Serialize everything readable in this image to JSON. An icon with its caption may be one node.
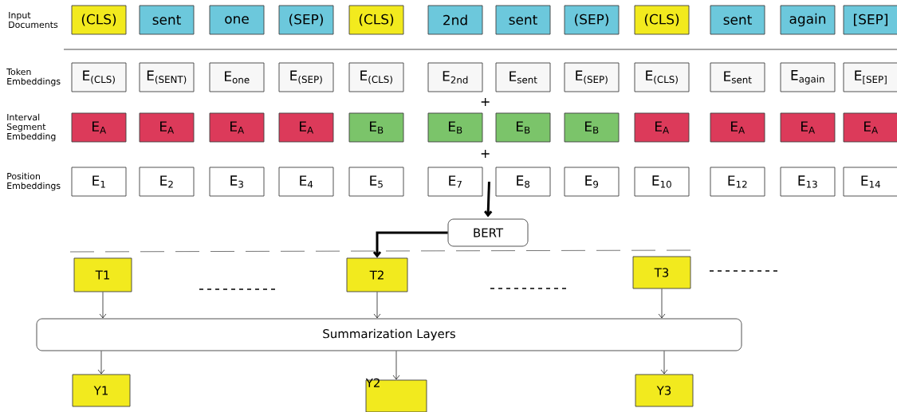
{
  "diagram": {
    "nodes": [
      {
        "text": [
          "(CLS)"
        ]
      },
      {
        "text": [
          "sent"
        ]
      },
      {
        "text": [
          "one"
        ]
      },
      {
        "text": [
          "(SEP)"
        ]
      },
      {
        "text": [
          "(CLS)"
        ]
      },
      {
        "text": [
          "2nd"
        ]
      },
      {
        "text": [
          "sent"
        ]
      },
      {
        "text": [
          "(SEP)"
        ]
      },
      {
        "text": [
          "(CLS)"
        ]
      },
      {
        "text": [
          "sent"
        ]
      },
      {
        "text": [
          "again"
        ]
      },
      {
        "text": [
          "[SEP]"
        ]
      },
      {
        "text": [
          "E$_{(CLS)}$"
        ]
      },
      {
        "text": [
          "E$_{(SENT)}$"
        ]
      },
      {
        "text": [
          "E$_{one}$"
        ]
      },
      {
        "text": [
          "E$_{(SEP)}$"
        ]
      },
      {
        "text": [
          "E$_{(CLS)}$"
        ]
      },
      {
        "text": [
          "E$_{2nd}$"
        ]
      },
      {
        "text": [
          "E$_{sent}$"
        ]
      },
      {
        "text": [
          "E$_{(SEP)}$"
        ]
      },
      {
        "text": [
          "E$_{(CLS)}$"
        ]
      },
      {
        "text": [
          "E$_{sent}$"
        ]
      },
      {
        "text": [
          "E$_{again}$"
        ]
      },
      {
        "text": [
          "E$_{[SEP]}$"
        ]
      },
      {
        "text": [
          "E$_{A}$"
        ]
      },
      {
        "text": [
          "E$_{A}$"
        ]
      },
      {
        "text": [
          "E$_{A}$"
        ]
      },
      {
        "text": [
          "E$_{A}$"
        ]
      },
      {
        "text": [
          "E$_{B}$"
        ]
      },
      {
        "text": [
          "E$_{B}$"
        ]
      },
      {
        "text": [
          "E$_{B}$"
        ]
      },
      {
        "text": [
          "E$_{B}$"
        ]
      },
      {
        "text": [
          "E$_{A}$"
        ]
      },
      {
        "text": [
          "E$_{A}$"
        ]
      },
      {
        "text": [
          "E$_{A}$"
        ]
      },
      {
        "text": [
          "E$_{A}$"
        ]
      },
      {
        "text": [
          "E$_{1}$"
        ]
      },
      {
        "text": [
          "E$_{2}$"
        ]
      },
      {
        "text": [
          "E$_{3}$"
        ]
      },
      {
        "text": [
          "E$_{4}$"
        ]
      },
      {
        "text": [
          "E$_{5}$"
        ]
      },
      {
        "text": [
          "E$_{7}$"
        ]
      },
      {
        "text": [
          "E$_{8}$"
        ]
      },
      {
        "text": [
          "E$_{9}$"
        ]
      },
      {
        "text": [
          "E$_{10}$"
        ]
      },
      {
        "text": [
          "E$_{12}$"
        ]
      },
      {
        "text": [
          "E$_{13}$"
        ]
      },
      {
        "text": [
          "E$_{14}$"
        ]
      },
      {
        "text": [
          "BERT"
        ]
      },
      {
        "text": [
          "T1"
        ]
      },
      {
        "text": [
          "T2"
        ]
      },
      {
        "text": [
          "T3"
        ]
      },
      {
        "text": [
          "Summarization Layers"
        ]
      },
      {
        "text": [
          "Y1"
        ]
      },
      {
        "text": [
          "Y2"
        ]
      },
      {
        "text": [
          "Y3"
        ]
      }
    ],
    "edges": [
      {
        "from": 41,
        "to": 48,
        "arrow": "to",
        "style": "thick"
      },
      {
        "from": 48,
        "to": 50,
        "arrow": "to",
        "style": "thick"
      },
      {
        "from": 49,
        "to": 52,
        "arrow": "to"
      },
      {
        "from": 50,
        "to": 52,
        "arrow": "to"
      },
      {
        "from": 51,
        "to": 52,
        "arrow": "to"
      },
      {
        "from": 52,
        "to": 53,
        "arrow": "to"
      },
      {
        "from": 52,
        "to": 54,
        "arrow": "to"
      },
      {
        "from": 52,
        "to": 55,
        "arrow": "to"
      }
    ],
    "labels": [
      "Input Documents",
      "Token Embeddings",
      "Interval Segment Embedding",
      "Position Embeddings",
      "+",
      "+"
    ]
  }
}
